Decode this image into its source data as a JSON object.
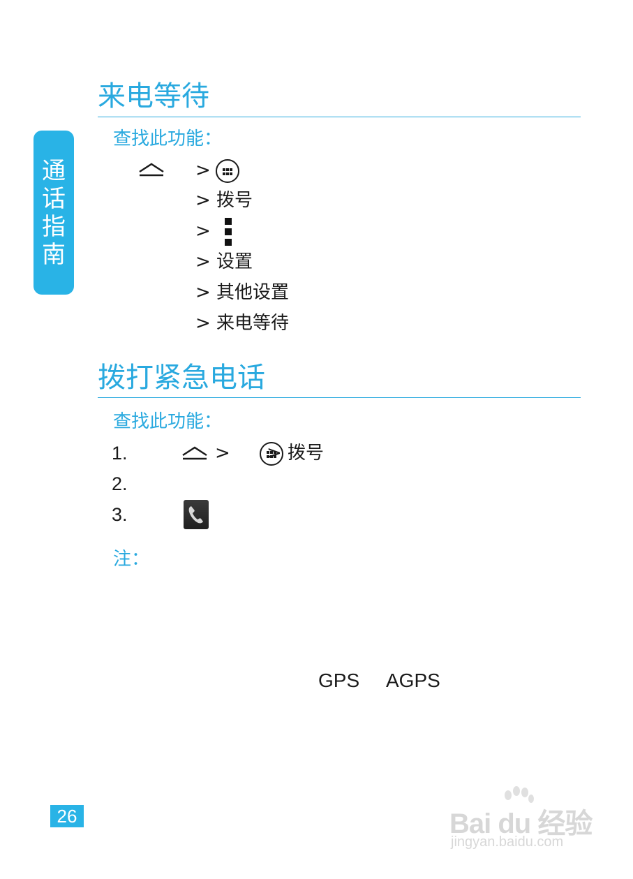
{
  "side_tab": {
    "chars": [
      "通",
      "话",
      "指",
      "南"
    ]
  },
  "section1": {
    "title": "来电等待",
    "find_label": "查找此功能：",
    "steps": [
      "> ",
      "> 拨号",
      "> ",
      "> 设置",
      "> 其他设置",
      "> 来电等待"
    ]
  },
  "section2": {
    "title": "拨打紧急电话",
    "find_label": "查找此功能：",
    "items": [
      {
        "num": "1.",
        "text_a": ">",
        "text_b": "> 拨号"
      },
      {
        "num": "2."
      },
      {
        "num": "3."
      }
    ],
    "note_label": "注："
  },
  "gps_text": "GPS",
  "agps_text": "AGPS",
  "page_number": "26",
  "watermark": {
    "logo": "Bai du 经验",
    "url": "jingyan.baidu.com"
  },
  "colors": {
    "accent": "#29a9df",
    "tab_bg": "#29b3e6"
  },
  "icons": [
    "home-icon",
    "apps-grid-icon",
    "overflow-menu-icon",
    "phone-app-icon"
  ]
}
